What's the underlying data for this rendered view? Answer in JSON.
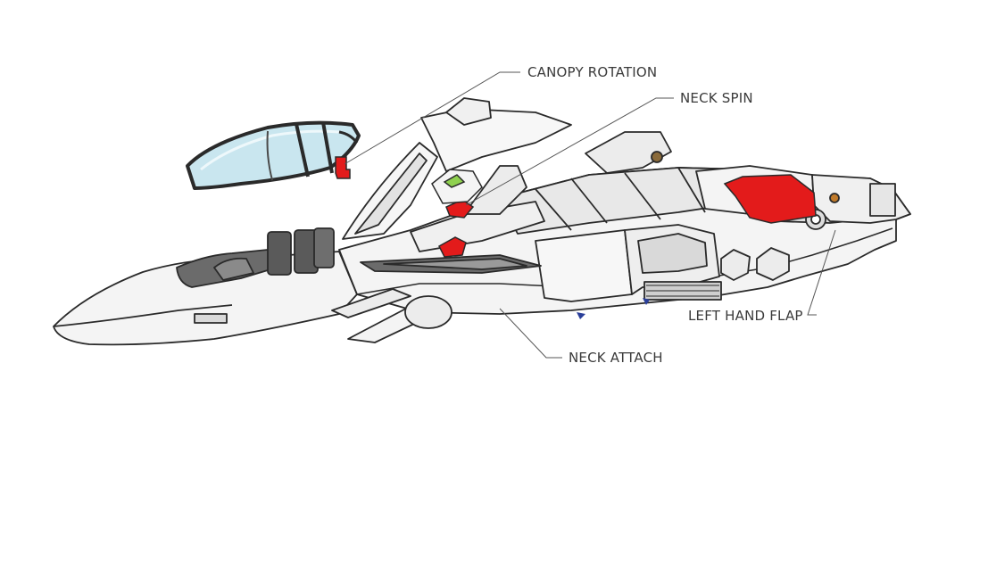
{
  "callouts": {
    "canopy_rotation": "CANOPY ROTATION",
    "neck_spin": "NECK SPIN",
    "left_hand_flap": "LEFT HAND FLAP",
    "neck_attach": "NECK ATTACH"
  },
  "colors": {
    "background": "#ffffff",
    "outline": "#2a2a2a",
    "body_fill": "#f4f4f4",
    "shade_fill": "#d9d9d9",
    "dark_part": "#6b6b6b",
    "canopy_glass": "#c9e6ef",
    "highlight_red": "#e31b1b",
    "accent_green": "#8fd14f",
    "accent_blue": "#2a3f9a",
    "leader_line": "#555555"
  }
}
